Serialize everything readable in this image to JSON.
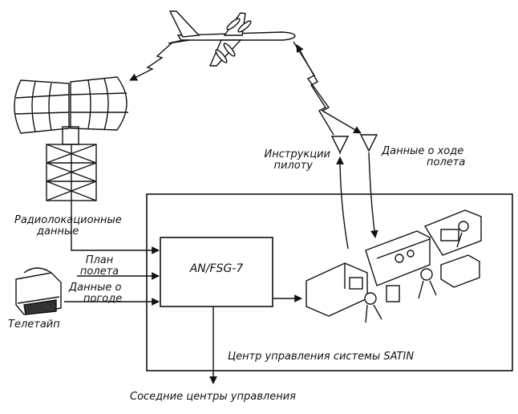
{
  "labels": {
    "pilot_instructions": [
      "Инструкции",
      "пилоту"
    ],
    "flight_progress": [
      "Данные о ходе",
      "полета"
    ],
    "radar_data": [
      "Радиолокационные",
      "данные"
    ],
    "flight_plan": [
      "План",
      "полета"
    ],
    "weather_data": [
      "Данные о",
      "погоде"
    ],
    "teletype": "Телетайп",
    "computer": "AN/FSG-7",
    "center_caption": "Центр управления системы SATIN",
    "neighbor_centers": "Соседние центры управления"
  },
  "colors": {
    "ink": "#111111",
    "paper": "#ffffff"
  }
}
